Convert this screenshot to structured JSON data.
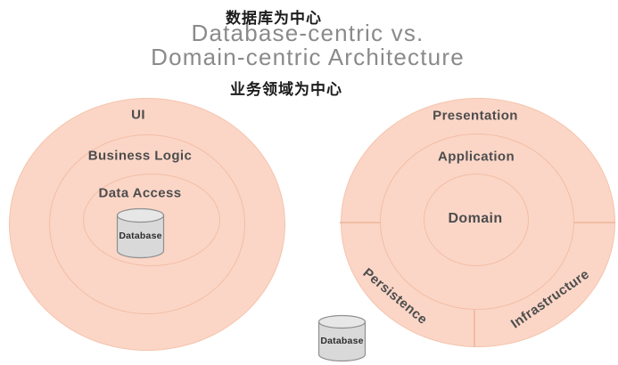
{
  "header": {
    "label_top_cn": "数据库为中心",
    "title_line1": "Database-centric vs.",
    "title_line2": "Domain-centric Architecture",
    "label_bottom_cn": "业务领域为中心"
  },
  "colors": {
    "circle_fill": "#fbd6c7",
    "ring_border": "#f3bda3",
    "sector_divider": "#f0bda4",
    "layer_label_text": "#4d4d4d",
    "title_text": "#8a8a8a",
    "cn_label_text": "#1c1c1c",
    "cylinder_fill": "#d9d9d9",
    "cylinder_top_fill": "#e7e7e7",
    "cylinder_border": "#8f8f8f"
  },
  "left_diagram": {
    "name": "database-centric architecture",
    "layers": [
      {
        "label": "UI"
      },
      {
        "label": "Business Logic"
      },
      {
        "label": "Data Access"
      }
    ],
    "database": {
      "label": "Database"
    }
  },
  "right_diagram": {
    "name": "domain-centric architecture",
    "layers": [
      {
        "label": "Presentation"
      },
      {
        "label": "Application"
      },
      {
        "label": "Domain"
      }
    ],
    "outer_sectors": [
      {
        "label": "Persistence"
      },
      {
        "label": "Infrastructure"
      }
    ],
    "database": {
      "label": "Database"
    }
  }
}
